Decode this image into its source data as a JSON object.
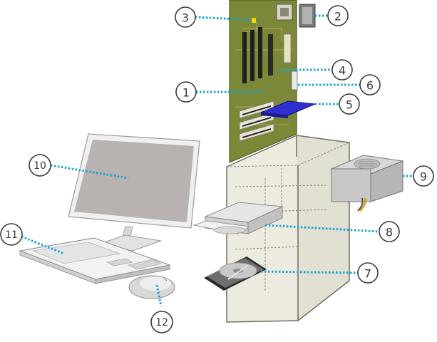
{
  "callouts": [
    {
      "number": "1",
      "component": "motherboard"
    },
    {
      "number": "2",
      "component": "cpu"
    },
    {
      "number": "3",
      "component": "cmos-battery"
    },
    {
      "number": "4",
      "component": "ram-module"
    },
    {
      "number": "5",
      "component": "expansion-card"
    },
    {
      "number": "6",
      "component": "cable-connector"
    },
    {
      "number": "7",
      "component": "hard-disk-drive"
    },
    {
      "number": "8",
      "component": "optical-disc-drive"
    },
    {
      "number": "9",
      "component": "power-supply"
    },
    {
      "number": "10",
      "component": "monitor"
    },
    {
      "number": "11",
      "component": "keyboard"
    },
    {
      "number": "12",
      "component": "mouse"
    }
  ],
  "colors": {
    "leader": "#1aa3d6",
    "motherboard": "#7d8a3a",
    "case_fill": "#ece9dc",
    "expansion_card": "#3a3ad6",
    "screen": "#b8b2b0"
  }
}
